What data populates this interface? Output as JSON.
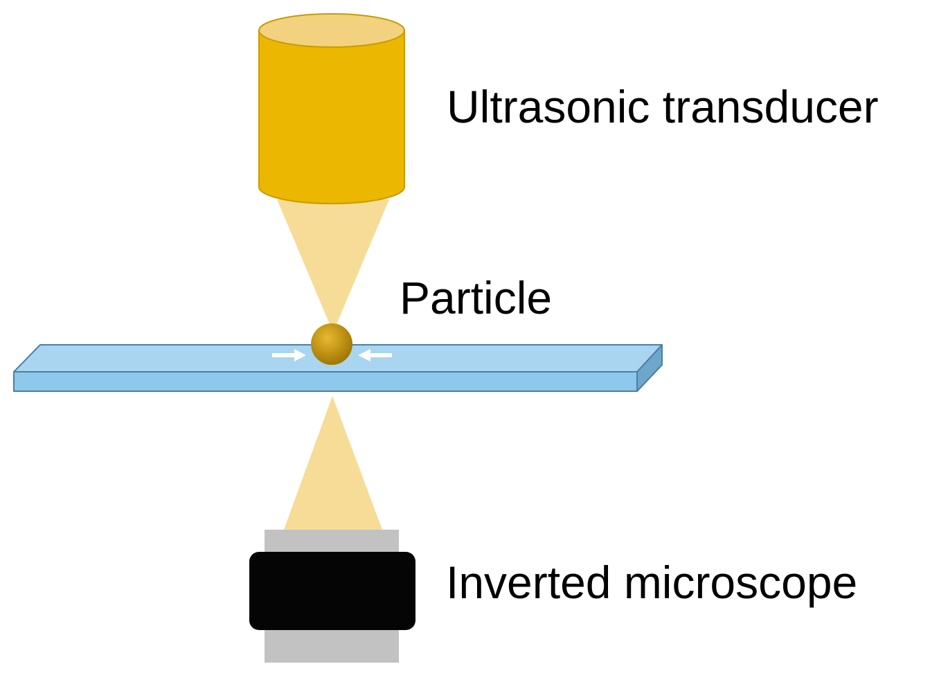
{
  "labels": {
    "transducer": "Ultrasonic transducer",
    "particle": "Particle",
    "microscope": "Inverted microscope"
  },
  "colors": {
    "transducer_body": "#EBB700",
    "transducer_top": "#F2D27E",
    "transducer_edge": "#C99A00",
    "beam": "#F6DC96",
    "slide_front": "#8EC8EA",
    "slide_top": "#A9D5F0",
    "slide_side": "#6FA6CC",
    "slide_edge": "#4A7FA3",
    "particle_light": "#E8B930",
    "particle_dark": "#9C7200",
    "arrow": "#FFFFFF",
    "microscope_ring": "#C2C2C2",
    "microscope_body": "#050505",
    "text": "#000000"
  },
  "icons": {
    "transducer": "cylinder-transducer-icon",
    "particle": "sphere-particle-icon",
    "slide": "glass-slide-icon",
    "microscope": "objective-lens-icon",
    "arrow_left": "arrow-right-icon",
    "arrow_right": "arrow-left-icon"
  }
}
